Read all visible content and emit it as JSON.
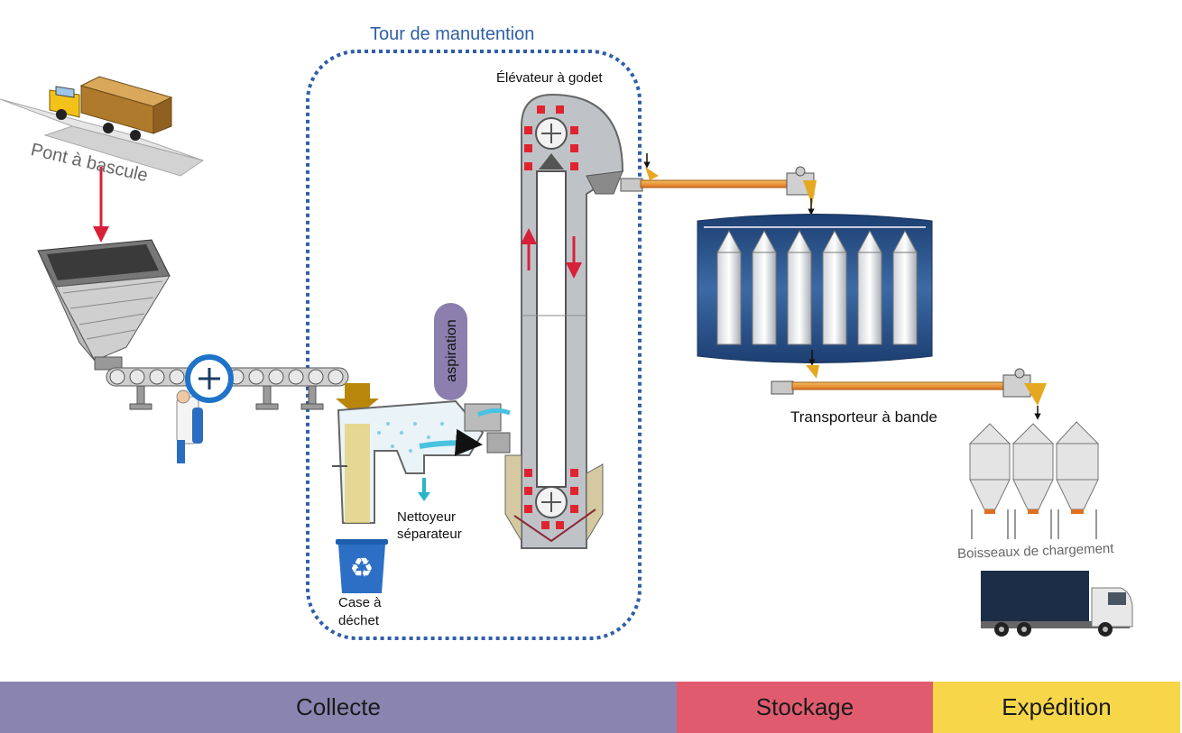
{
  "labels": {
    "tower": "Tour de manutention",
    "elevator": "Élévateur à godet",
    "weighbridge": "Pont à bascule",
    "aspiration": "aspiration",
    "belt_conveyor": "Transporteur à bande",
    "cleaner_line1": "Nettoyeur",
    "cleaner_line2": "séparateur",
    "waste_line1": "Case à",
    "waste_line2": "déchet",
    "loading_bins": "Boisseaux de chargement"
  },
  "phases": [
    {
      "label": "Collecte",
      "color": "#8a84b0"
    },
    {
      "label": "Stockage",
      "color": "#e05b6e"
    },
    {
      "label": "Expédition",
      "color": "#f7d64a"
    }
  ],
  "colors": {
    "tower_border": "#2f5fa8",
    "tower_title": "#2f5fa8",
    "arrow_red": "#d8203a",
    "aspiration_pill": "#8c7fae",
    "silo_band": "#2b4f80",
    "recycle_bin": "#2d6fc4"
  },
  "icons": [
    "truck-icon",
    "hopper-icon",
    "magnifier-icon",
    "recycle-bin-icon",
    "silo-icon",
    "lorry-icon"
  ]
}
